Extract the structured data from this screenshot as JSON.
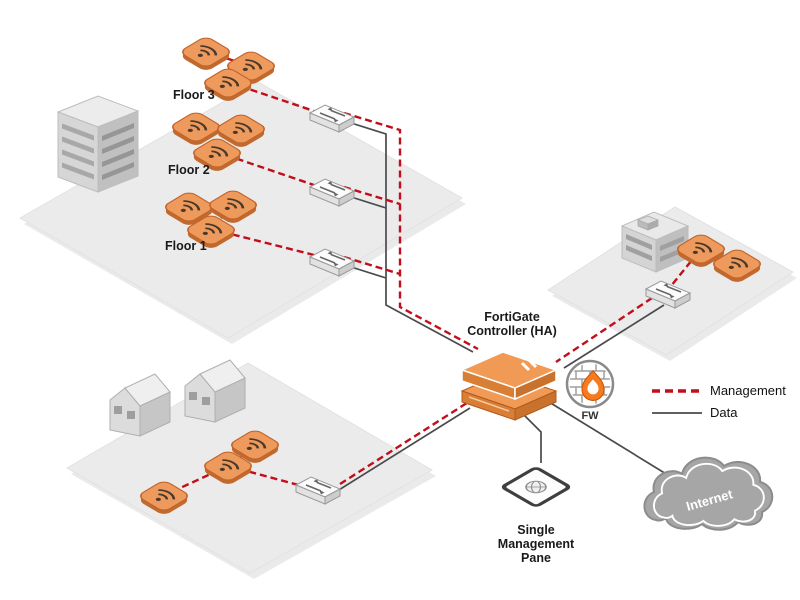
{
  "diagram": {
    "floors": {
      "floor3": "Floor 3",
      "floor2": "Floor 2",
      "floor1": "Floor 1"
    },
    "controller": {
      "name_line1": "FortiGate",
      "name_line2": "Controller (HA)"
    },
    "firewall": {
      "label": "FW"
    },
    "management_pane": {
      "line1": "Single",
      "line2": "Management",
      "line3": "Pane"
    },
    "internet": {
      "label": "Internet"
    },
    "legend": {
      "management_label": "Management",
      "data_label": "Data"
    },
    "colors": {
      "management": "#C20E1A",
      "data": "#4A4A4A",
      "device": "#ED9A5C"
    }
  }
}
